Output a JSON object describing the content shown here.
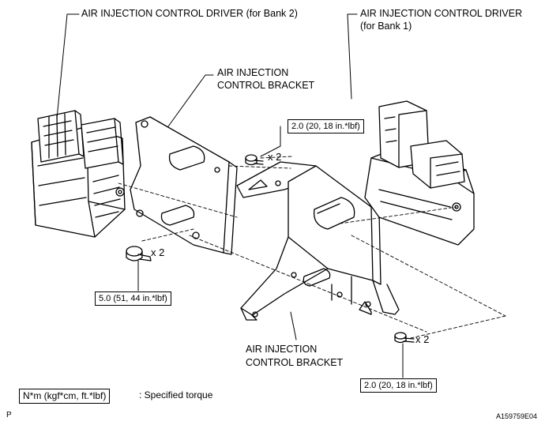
{
  "labels": {
    "driver_bank2": "AIR INJECTION CONTROL DRIVER (for Bank 2)",
    "driver_bank1_line1": "AIR INJECTION CONTROL DRIVER",
    "driver_bank1_line2": "(for Bank 1)",
    "bracket_upper_line1": "AIR INJECTION",
    "bracket_upper_line2": "CONTROL BRACKET",
    "bracket_lower_line1": "AIR INJECTION",
    "bracket_lower_line2": "CONTROL BRACKET"
  },
  "torques": {
    "top_bolt": "2.0 (20, 18 in.*lbf)",
    "left_bolt": "5.0 (51, 44 in.*lbf)",
    "right_bolt": "2.0 (20, 18 in.*lbf)"
  },
  "multipliers": {
    "top_bolt": "x 2",
    "left_bolt": "x 2",
    "right_bolt": "x 2"
  },
  "legend": {
    "unit_box": "N*m (kgf*cm, ft.*lbf)",
    "description": ": Specified torque"
  },
  "footer": {
    "left_code": "P",
    "figure_id": "A159759E04"
  }
}
